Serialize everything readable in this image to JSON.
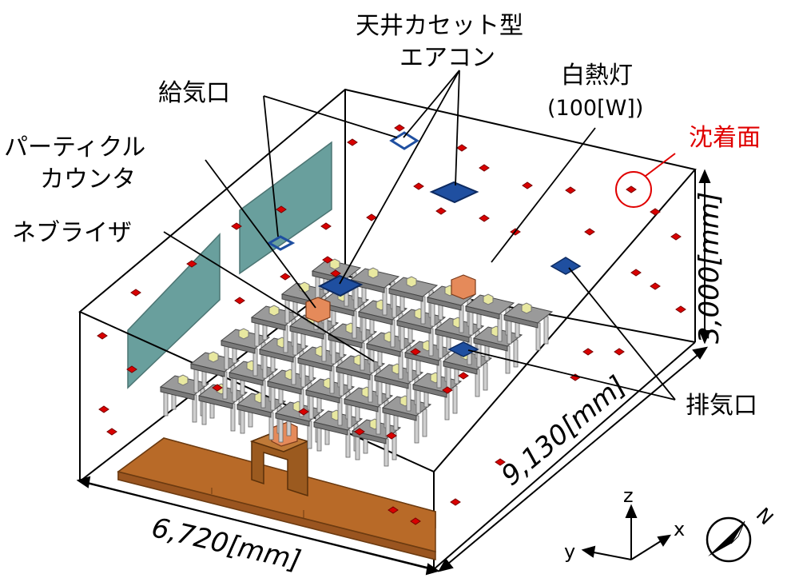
{
  "labels": {
    "ceiling_ac_line1": "天井カセット型",
    "ceiling_ac_line2": "エアコン",
    "incandescent_line1": "白熱灯",
    "incandescent_line2": "(100[W])",
    "supply_vent": "給気口",
    "deposition_surface": "沈着面",
    "particle_counter_line1": "パーティクル",
    "particle_counter_line2": "カウンタ",
    "nebulizer": "ネブライザ",
    "exhaust_vent": "排気口"
  },
  "dimensions": {
    "height": "3,000[mm]",
    "length": "9,130[mm]",
    "width": "6,720[mm]"
  },
  "axes": {
    "z": "z",
    "x": "x",
    "y": "y",
    "north": "N"
  },
  "colors": {
    "outline": "#000000",
    "deposition": "#d90000",
    "highlight": "#e00000",
    "panel": "#4f8f8c",
    "ac_unit": "#1f4fa0",
    "platform": "#b86a28",
    "teacher_desk": "#9b5a1f",
    "desk_top": "#8a8a8a",
    "desk_leg": "#cfcfcf",
    "lamp": "#e8e8a0",
    "box": "#e58a5a"
  }
}
